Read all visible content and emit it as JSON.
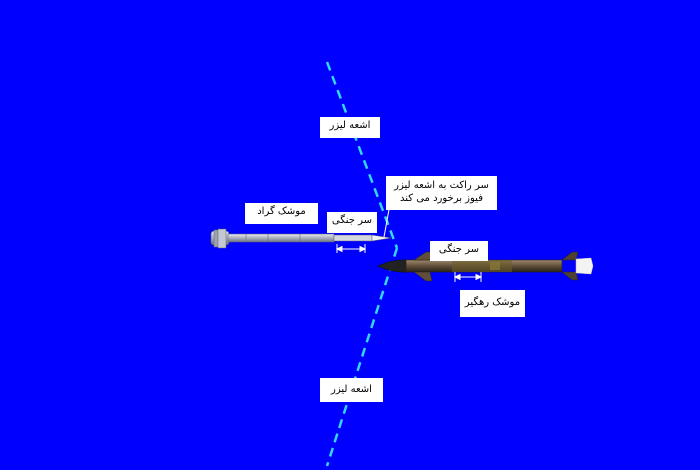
{
  "colors": {
    "background": "#0000fe",
    "laser_beam": "#33d7f2",
    "label_bg": "#ffffff",
    "label_text": "#000000",
    "grad_body": "#b8bcc8",
    "interceptor_body": "#5f4e3a"
  },
  "labels": {
    "laser_top": "اشعه لیزر",
    "laser_bottom": "اشعه لیزر",
    "fuze_line1": "سر راکت به اشعه لیزر",
    "fuze_line2": "فیوز برخورد می کند",
    "grad_missile": "موشک گراد",
    "grad_warhead": "سر جنگی",
    "interceptor_warhead": "سر جنگی",
    "interceptor_missile": "موشک رهگیر"
  }
}
